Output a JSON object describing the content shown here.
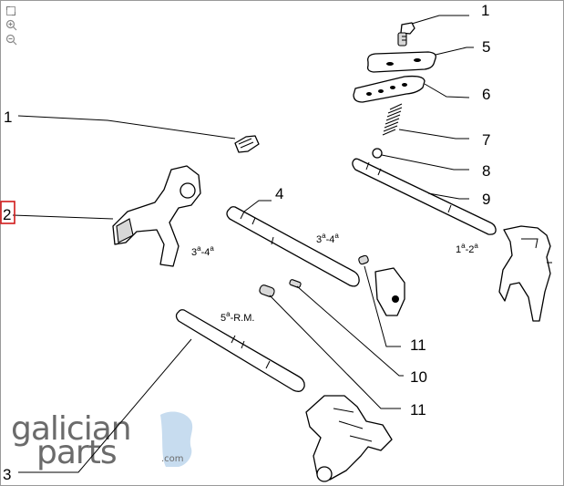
{
  "toolbar": {
    "tools": [
      {
        "name": "fit-icon",
        "glyph": "⤢"
      },
      {
        "name": "zoom-in-icon",
        "glyph": "⊕"
      },
      {
        "name": "zoom-out-icon",
        "glyph": "⊖"
      }
    ]
  },
  "callouts": {
    "c1_top": "1",
    "c5": "5",
    "c6": "6",
    "c7": "7",
    "c8": "8",
    "c9": "9",
    "c1_left": "1",
    "c2": "2",
    "c4": "4",
    "c11_a": "11",
    "c10": "10",
    "c11_b": "11",
    "c3": "3"
  },
  "gear_labels": {
    "fork_left_main": "3",
    "fork_left_sup": "a",
    "fork_left_dash": "-4",
    "fork_left_sup2": "a",
    "rod_mid_main": "3",
    "rod_mid_sup": "a",
    "rod_mid_dash": "-4",
    "rod_mid_sup2": "a",
    "rod_right_main": "1",
    "rod_right_sup": "a",
    "rod_right_dash": "-2",
    "rod_right_sup2": "a",
    "rod_bottom_main": "5",
    "rod_bottom_sup": "a",
    "rod_bottom_rest": "-R.M."
  },
  "watermark": {
    "line1": "galician",
    "line2": "parts",
    "suffix": ".com"
  },
  "colors": {
    "highlight": "#d11a1a",
    "watermark_gray": "#6b6b6b",
    "watermark_blue": "#c7dcef"
  }
}
